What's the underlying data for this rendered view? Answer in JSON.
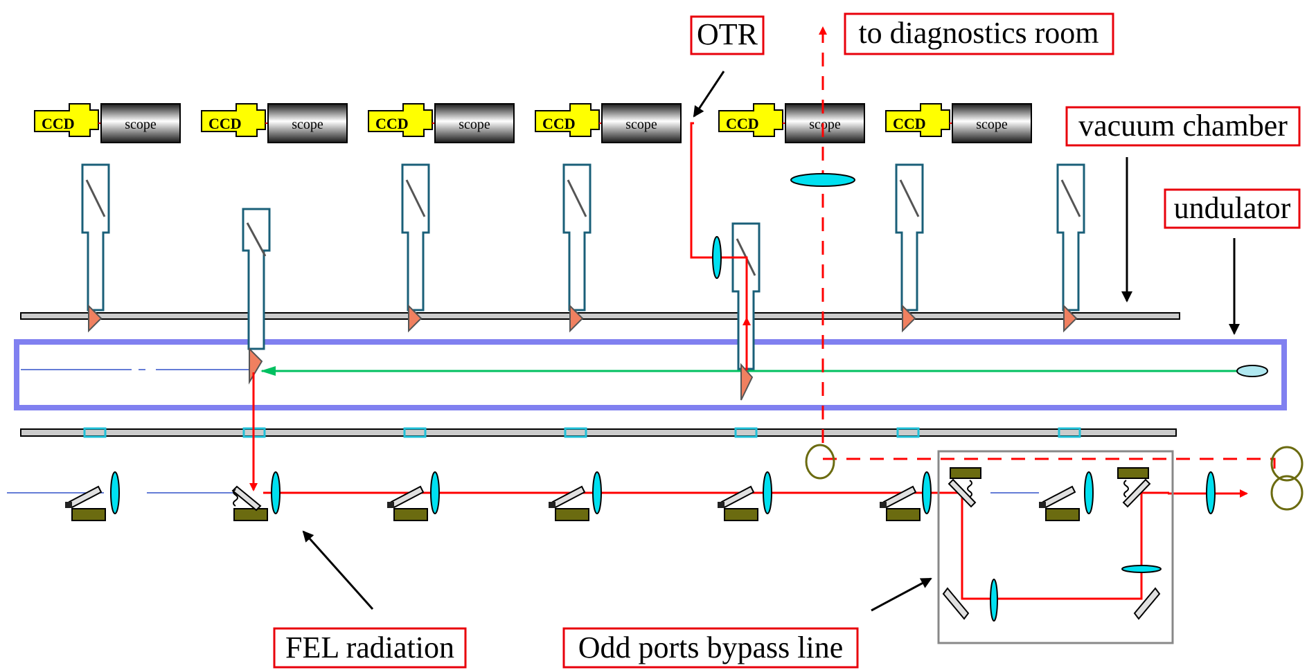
{
  "labels": {
    "otr": "OTR",
    "to_diag": "to diagnostics room",
    "vacuum": "vacuum chamber",
    "undulator": "undulator",
    "fel": "FEL radiation",
    "bypass": "Odd ports bypass line"
  },
  "camera_units": [
    {
      "ccd": "CCD",
      "scope": "scope"
    },
    {
      "ccd": "CCD",
      "scope": "scope"
    },
    {
      "ccd": "CCD",
      "scope": "scope"
    },
    {
      "ccd": "CCD",
      "scope": "scope"
    },
    {
      "ccd": "CCD",
      "scope": "scope"
    },
    {
      "ccd": "CCD",
      "scope": "scope"
    }
  ],
  "colors": {
    "label_box": "#e8000b",
    "beam": "#ff0000",
    "electron_beam": "#00c060",
    "undulator": "#8080f0",
    "probe": "#1a5f78",
    "lens": "#00e0f0",
    "mirror_base": "#6b6b10",
    "ccd": "#ffff00"
  }
}
